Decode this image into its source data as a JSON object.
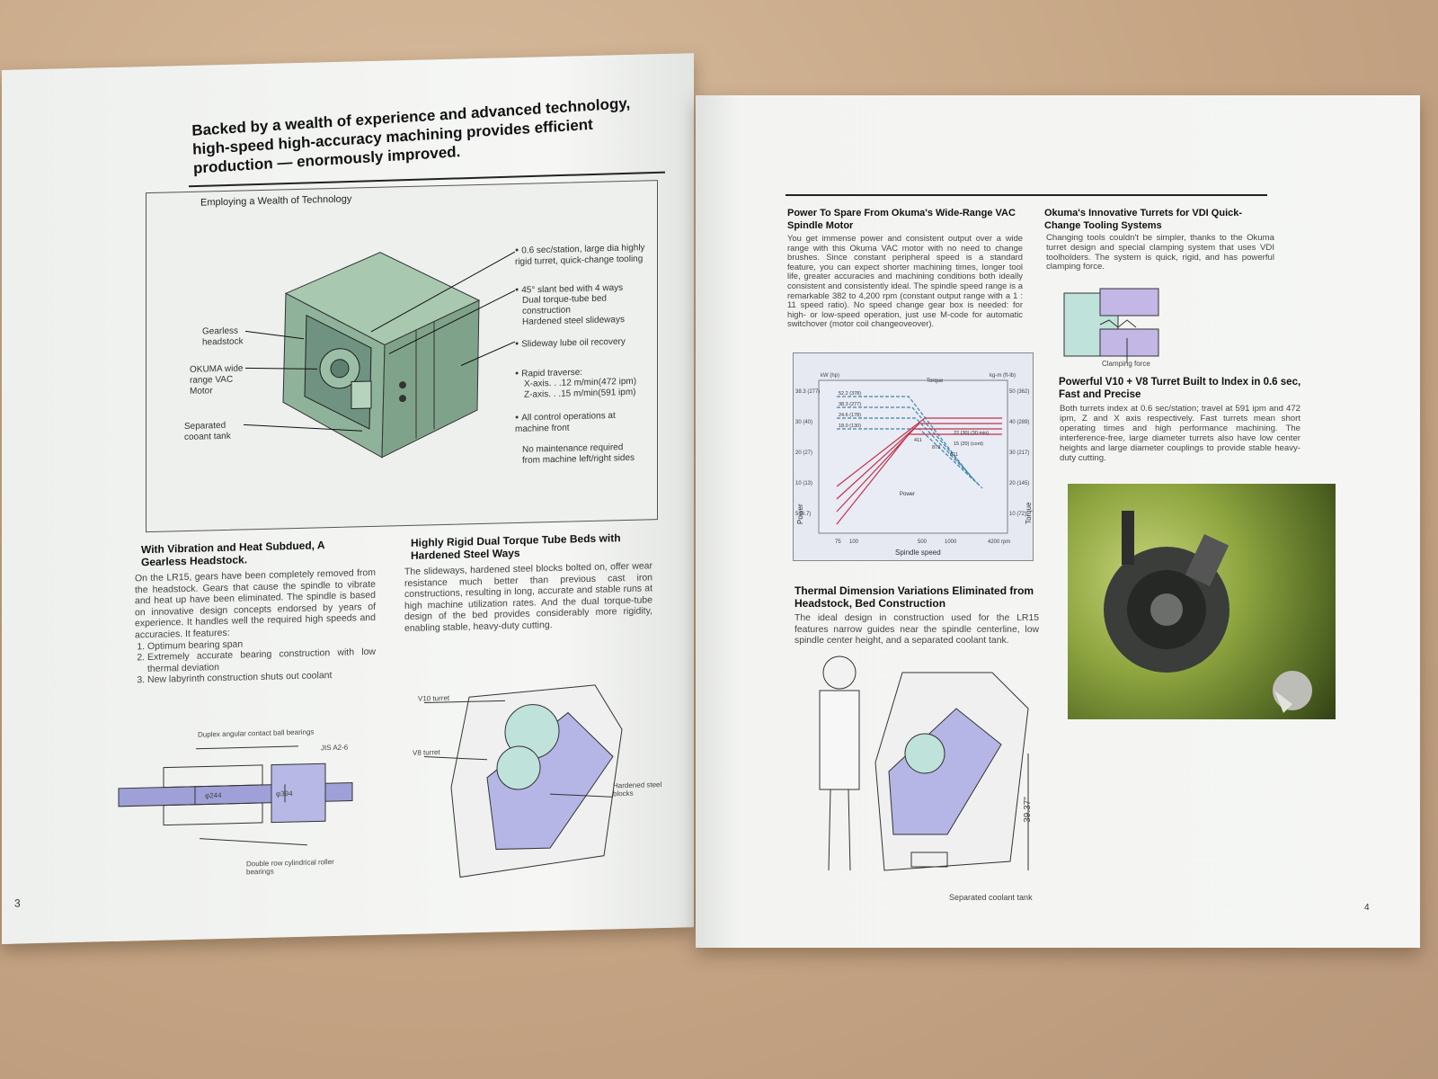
{
  "left": {
    "headline": "Backed by a wealth of experience and advanced technology, high-speed high-accuracy machining provides efficient production — enormously improved.",
    "tech_box": {
      "title": "Employing a Wealth of Technology",
      "callouts": {
        "c1": "0.6 sec/station, large dia highly rigid turret, quick-change tooling",
        "c2a": "45° slant bed with 4 ways",
        "c2b": "Dual torque-tube bed construction",
        "c2c": "Hardened steel slideways",
        "c3": "Slideway lube oil recovery",
        "c4a": "Rapid traverse:",
        "c4b": "X-axis. . .12 m/min(472 ipm)",
        "c4c": "Z-axis. . .15 m/min(591 ipm)",
        "c5": "All control operations at machine front",
        "c6": "No maintenance required from machine left/right sides",
        "l1": "Gearless headstock",
        "l2": "OKUMA wide range VAC Motor",
        "l3": "Separated cooant tank"
      }
    },
    "sec1": {
      "title": "With Vibration and Heat Subdued, A Gearless Headstock.",
      "body": "On the LR15, gears have been completely removed from the headstock. Gears that cause the spindle to vibrate and heat up have been eliminated. The spindle is based on innovative design concepts endorsed by years of experience. It handles well the required high speeds and accuracies. It features:",
      "items": [
        "Optimum bearing span",
        "Extremely accurate bearing construction with low thermal deviation",
        "New labyrinth construction shuts out coolant"
      ]
    },
    "sec2": {
      "title": "Highly Rigid Dual Torque Tube Beds with Hardened Steel Ways",
      "body": "The slideways, hardened steel blocks bolted on, offer wear resistance much better than previous cast iron constructions, resulting in long, accurate and stable runs at high machine utilization rates. And the dual torque-tube design of the bed provides considerably more rigidity, enabling stable, heavy-duty cutting."
    },
    "bearing_diagram": {
      "l1": "Duplex angular contact ball bearings",
      "l2": "JIS A2-6",
      "l3": "φ244",
      "l4": "φ394",
      "l5": "Double row cylindrical roller bearings"
    },
    "turret_diagram": {
      "l1": "V10 turret",
      "l2": "V8 turret",
      "l3": "Hardened steel blocks"
    },
    "page_number": "3"
  },
  "right": {
    "sec1": {
      "title": "Power To Spare From Okuma's Wide-Range VAC Spindle Motor",
      "body": "You get immense power and consistent output over a wide range with this Okuma VAC motor with no need to change brushes. Since constant peripheral speed is a standard feature, you can expect shorter machining times, longer tool life, greater accuracies and machining conditions both ideally consistent and consistently ideal. The spindle speed range is a remarkable 382 to 4,200 rpm (constant output range with a 1 : 11 speed ratio). No speed change gear box is needed: for high- or low-speed operation, just use M-code for automatic switchover (motor coil changeoveover)."
    },
    "sec2": {
      "title": "Okuma's Innovative Turrets for VDI Quick-Change Tooling Systems",
      "body": "Changing tools couldn't be simpler, thanks to the Okuma turret design and special clamping system that uses VDI toolholders. The system is quick, rigid, and has powerful clamping force.",
      "caption": "Clamping force"
    },
    "sec3": {
      "title": "Powerful V10 + V8 Turret Built to Index in 0.6 sec, Fast and Precise",
      "body": "Both turrets index at 0.6 sec/station; travel at 591 ipm and 472 ipm, Z and X axis respectively. Fast turrets mean short operating times and high performance machining. The interference-free, large diameter turrets also have low center heights and large diameter couplings to provide stable heavy-duty cutting."
    },
    "sec4": {
      "title": "Thermal Dimension Variations Eliminated from Headstock, Bed Construction",
      "body": "The ideal design in construction used for the LR15 features narrow guides near the spindle centerline, low spindle center height, and a separated coolant tank.",
      "dim": "39.37\"",
      "tank": "Separated coolant tank"
    },
    "page_number": "4"
  },
  "chart_data": {
    "type": "line",
    "xlabel": "Spindle speed",
    "ylabel_left": "Power",
    "ylabel_right": "Torque",
    "x_ticks": [
      "75",
      "100",
      "500",
      "1000",
      "4200 rpm"
    ],
    "left_unit": "kW (hp)",
    "right_unit": "kg-m (ft-lb)",
    "left_ticks": [
      "38.3 (277)",
      "30 (40)",
      "20 (27)",
      "10 (13)",
      "5 (6.7)"
    ],
    "right_ticks": [
      "50 (362)",
      "40 (289)",
      "30 (217)",
      "20 (145)",
      "10 (72)"
    ],
    "torque_levels": [
      "52.2 (378)",
      "38.3 (277)",
      "24.6 (178)",
      "18.0 (130)"
    ],
    "breakpoints": [
      "411",
      "873",
      "611"
    ],
    "power_labels": [
      "22 (30) (30 min)",
      "15 (20) (cont)"
    ],
    "torque_label": "Torque",
    "power_label": "Power"
  }
}
